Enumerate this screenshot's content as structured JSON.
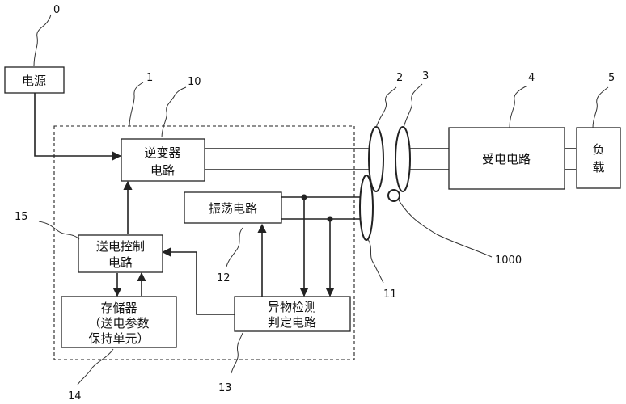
{
  "labels": {
    "power_source": "电源",
    "inverter_line1": "逆变器",
    "inverter_line2": "电路",
    "oscillator": "振荡电路",
    "tx_control_line1": "送电控制",
    "tx_control_line2": "电路",
    "storage_line1": "存储器",
    "storage_line2": "（送电参数",
    "storage_line3": "保持单元）",
    "foreign_detect_line1": "异物检测",
    "foreign_detect_line2": "判定电路",
    "rx_circuit": "受电电路",
    "load_line1": "负",
    "load_line2": "载"
  },
  "refs": {
    "r0": "0",
    "r1": "1",
    "r2": "2",
    "r3": "3",
    "r4": "4",
    "r5": "5",
    "r10": "10",
    "r11": "11",
    "r12": "12",
    "r13": "13",
    "r14": "14",
    "r15": "15",
    "r1000": "1000"
  }
}
